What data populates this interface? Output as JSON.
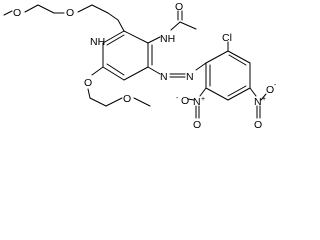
{
  "molecule": {
    "atom_labels": {
      "methoxy_o_1": "O",
      "ether_o_1": "O",
      "amine_nh": "NH",
      "amide_nh": "NH",
      "carbonyl_o": "O",
      "ring_ether_o": "O",
      "methoxy_o_2": "O",
      "azo_n_1": "N",
      "azo_n_2": "N",
      "chloro": "Cl",
      "nitro_n_1": "N",
      "nitro_o_minus_1": "O",
      "nitro_o_1": "O",
      "nitro_n_2": "N",
      "nitro_o_minus_2": "O",
      "nitro_o_2": "O"
    },
    "charges": {
      "nitro_n_1_plus": "+",
      "nitro_o_1_minus": "-",
      "nitro_n_2_plus": "+",
      "nitro_o_2_minus": "-"
    }
  }
}
